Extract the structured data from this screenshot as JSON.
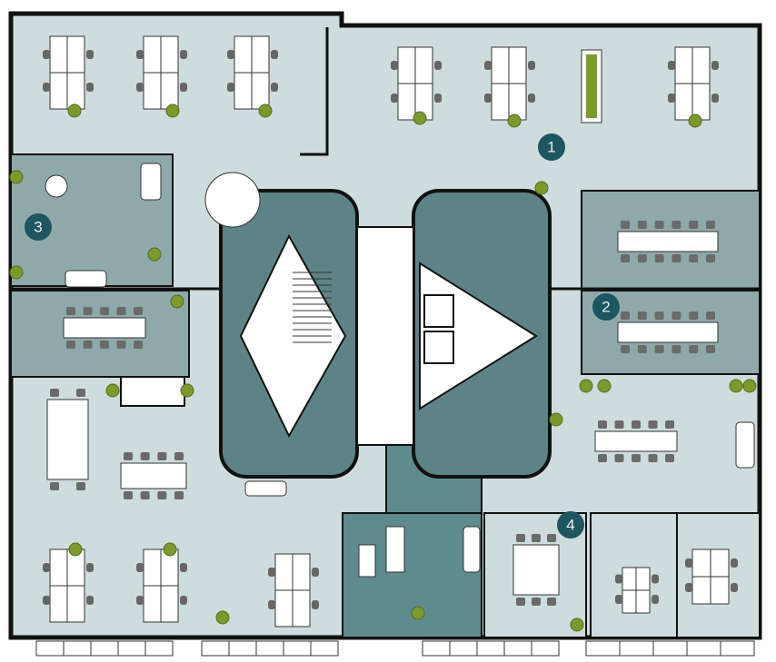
{
  "floor_plan": {
    "zones": [
      {
        "label": "1"
      },
      {
        "label": "2"
      },
      {
        "label": "3"
      },
      {
        "label": "4"
      }
    ]
  },
  "colors": {
    "floor": "#cfdcdd",
    "room": "#8fa9aa",
    "core": "#5e8386",
    "dark_room": "#5f8a8e",
    "badge": "#1d5560",
    "wall": "#111111",
    "plant": "#7c9a2a"
  }
}
